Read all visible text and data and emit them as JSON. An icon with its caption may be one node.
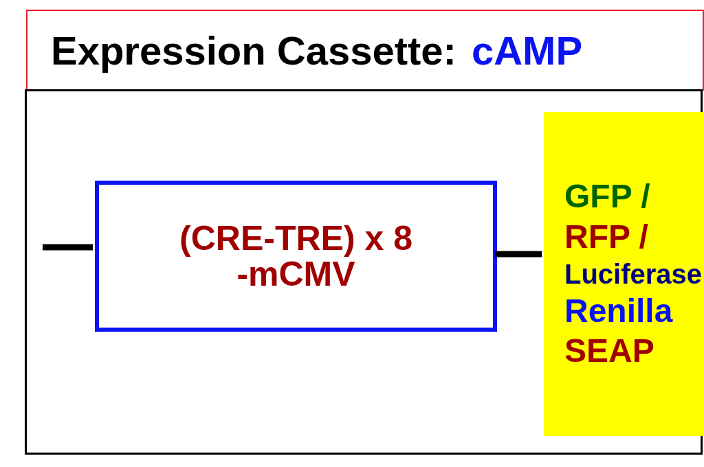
{
  "diagram": {
    "nodes": [
      {
        "text": [
          "Expression Cassette:",
          "cAMP"
        ]
      },
      {
        "text": [],
        "shape": "box"
      },
      {
        "text": [
          "(CRE-TRE) x 8 -mCMV"
        ],
        "in": 1
      },
      {
        "text": [
          "GFP /",
          "RFP /",
          "Luciferase",
          "Renilla",
          "SEAP"
        ],
        "in": 1
      }
    ],
    "edges": [
      {
        "from": null,
        "to": 2,
        "arrow": "none"
      },
      {
        "from": 2,
        "to": 3,
        "arrow": "none"
      }
    ]
  }
}
